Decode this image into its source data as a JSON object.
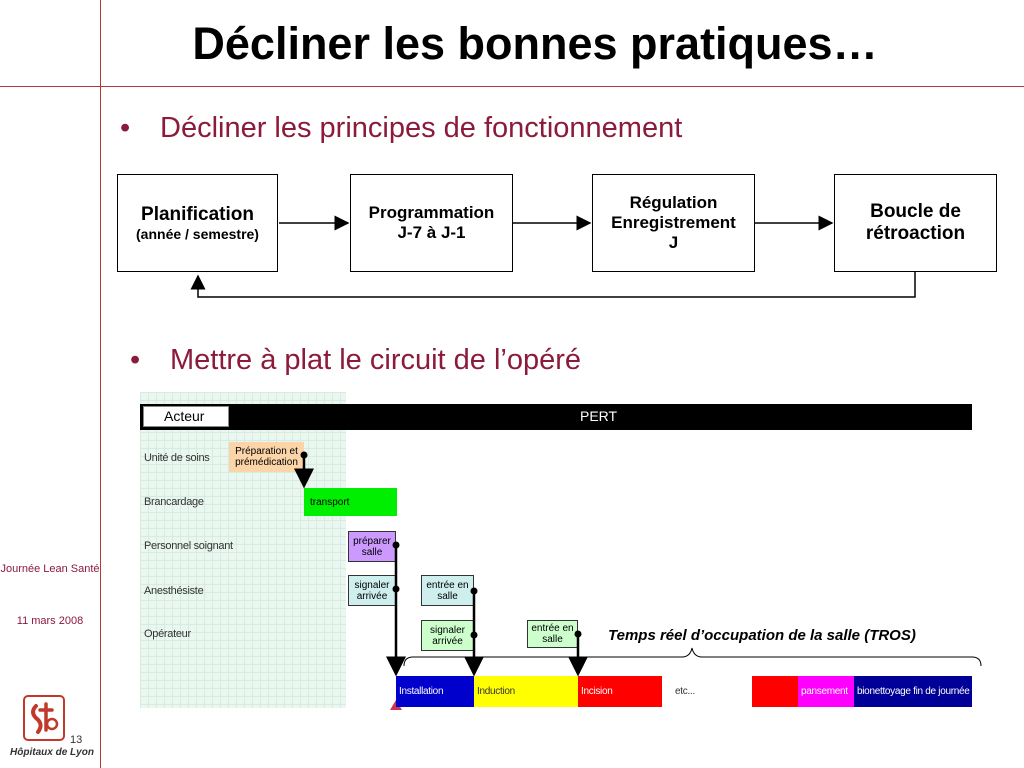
{
  "title": "Décliner les bonnes pratiques…",
  "bullets": [
    "Décliner les principes de fonctionnement",
    "Mettre à plat le circuit de l’opéré"
  ],
  "flow": {
    "planif_title": "Planification",
    "planif_sub": "(année / semestre)",
    "prog_line1": "Programmation",
    "prog_line2": "J-7 à J-1",
    "reg_line1": "Régulation",
    "reg_line2": "Enregistrement",
    "reg_line3": "J",
    "boucle_line1": "Boucle de",
    "boucle_line2": "rétroaction"
  },
  "pert": {
    "actor_header": "Acteur",
    "pert_header": "PERT",
    "actors": [
      "Unité de soins",
      "Brancardage",
      "Personnel soignant",
      "Anesthésiste",
      "Opérateur"
    ],
    "tasks": {
      "prep": "Préparation et prémédication",
      "transport": "transport",
      "preparer": "préparer salle",
      "signaler1": "signaler arrivée",
      "entree1": "entrée en salle",
      "signaler2": "signaler arrivée",
      "entree2": "entrée en salle"
    },
    "tros": "Temps réel d’occupation de la salle (TROS)",
    "timeline": [
      "Installation",
      "Induction",
      "Incision",
      "etc...",
      "pansement",
      "bionettoyage fin de journée"
    ],
    "colors": {
      "prep": "#fbd4a8",
      "transport": "#00ee00",
      "purple": "#cc99ff",
      "teal": "#cfeeee",
      "green": "#ccffcc",
      "blue": "#0000cc",
      "yellow": "#ffff00",
      "red": "#ff0000",
      "magenta": "#ff00ff",
      "navy": "#000099"
    }
  },
  "sidebar": {
    "event": "Journée Lean Santé",
    "date": "11 mars 2008",
    "logo_text": "Hôpitaux de Lyon"
  },
  "page_number": "13"
}
